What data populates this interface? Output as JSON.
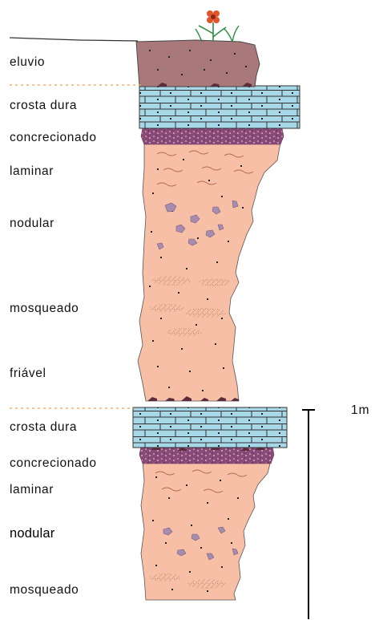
{
  "labels": {
    "eluvio": "eluvio",
    "crosta_dura_1": "crosta dura",
    "concrecionado_1": "concrecionado",
    "laminar_1": "laminar",
    "nodular_1": "nodular",
    "mosqueado_1": "mosqueado",
    "friavel": "friável",
    "crosta_dura_2": "crosta dura",
    "concrecionado_2": "concrecionado",
    "laminar_2": "laminar",
    "nodular_2": "nodular",
    "mosqueado_2": "mosqueado"
  },
  "scale": {
    "label": "1m"
  },
  "colors": {
    "eluvio": "#a8787a",
    "crust": "#a7d8e8",
    "concretion": "#8a4a78",
    "soil": "#f7bfa6",
    "nodule": "#a88cae",
    "mottle": "#e2b29c",
    "boundary": "#f5a452"
  }
}
